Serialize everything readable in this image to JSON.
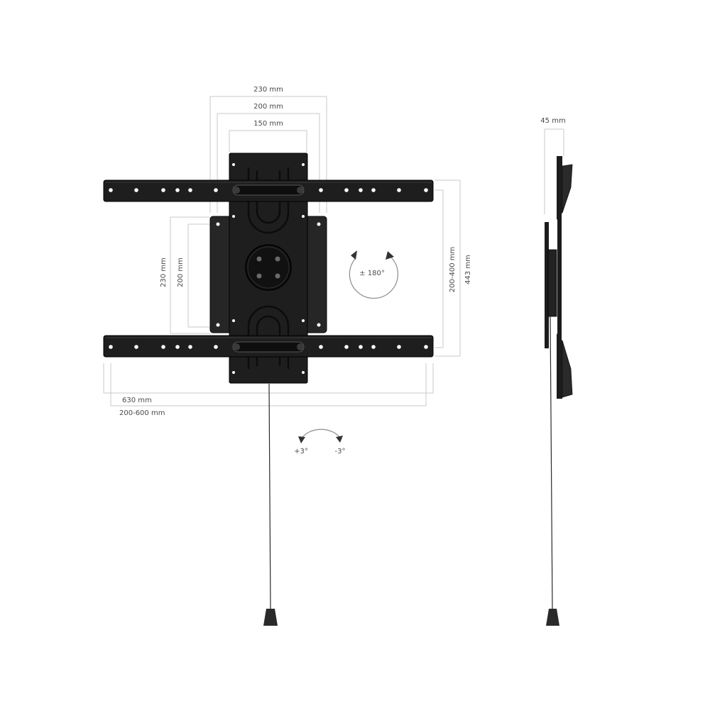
{
  "dimensions": {
    "d230_top": "230 mm",
    "d200_top": "200 mm",
    "d150_top": "150 mm",
    "d230_left": "230  mm",
    "d200_left": "200  mm",
    "d200_400": "200-400  mm",
    "d443": "443  mm",
    "d630": "630  mm",
    "d200_600": "200-600 mm",
    "d45": "45 mm"
  },
  "rotation": {
    "label": "± 180°"
  },
  "tilt": {
    "plus": "+3°",
    "minus": "-3°"
  },
  "colors": {
    "metal": "#1e1e1e",
    "dimension_line": "#c8c8c8",
    "text": "#4a4a4a"
  }
}
